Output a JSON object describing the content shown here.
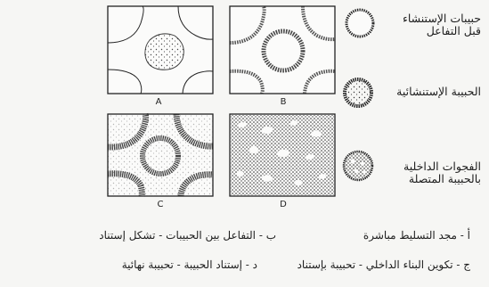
{
  "panels": [
    {
      "key": "A",
      "label": "A"
    },
    {
      "key": "B",
      "label": "B"
    },
    {
      "key": "C",
      "label": "C"
    },
    {
      "key": "D",
      "label": "D"
    }
  ],
  "side_labels": [
    {
      "line1": "حبيبات الإستنشاء",
      "line2": "قبل التفاعل"
    },
    {
      "line1": "الحبيبة الإستنشائية",
      "line2": ""
    },
    {
      "line1": "الفجوات الداخلية",
      "line2": "بالحبيبة المتصلة"
    }
  ],
  "options": {
    "a": "أ - مجد التسليط مباشرة",
    "b": "ب - التفاعل بين الحبيبات - تشكل إستناد",
    "c": "ج - تكوين البناء الداخلي - تحبيبة بإستناد",
    "d": "د - إستناد الحبيبة - تحبيبة نهائية"
  },
  "colors": {
    "ink": "#222222",
    "paper": "#f6f6f4"
  }
}
